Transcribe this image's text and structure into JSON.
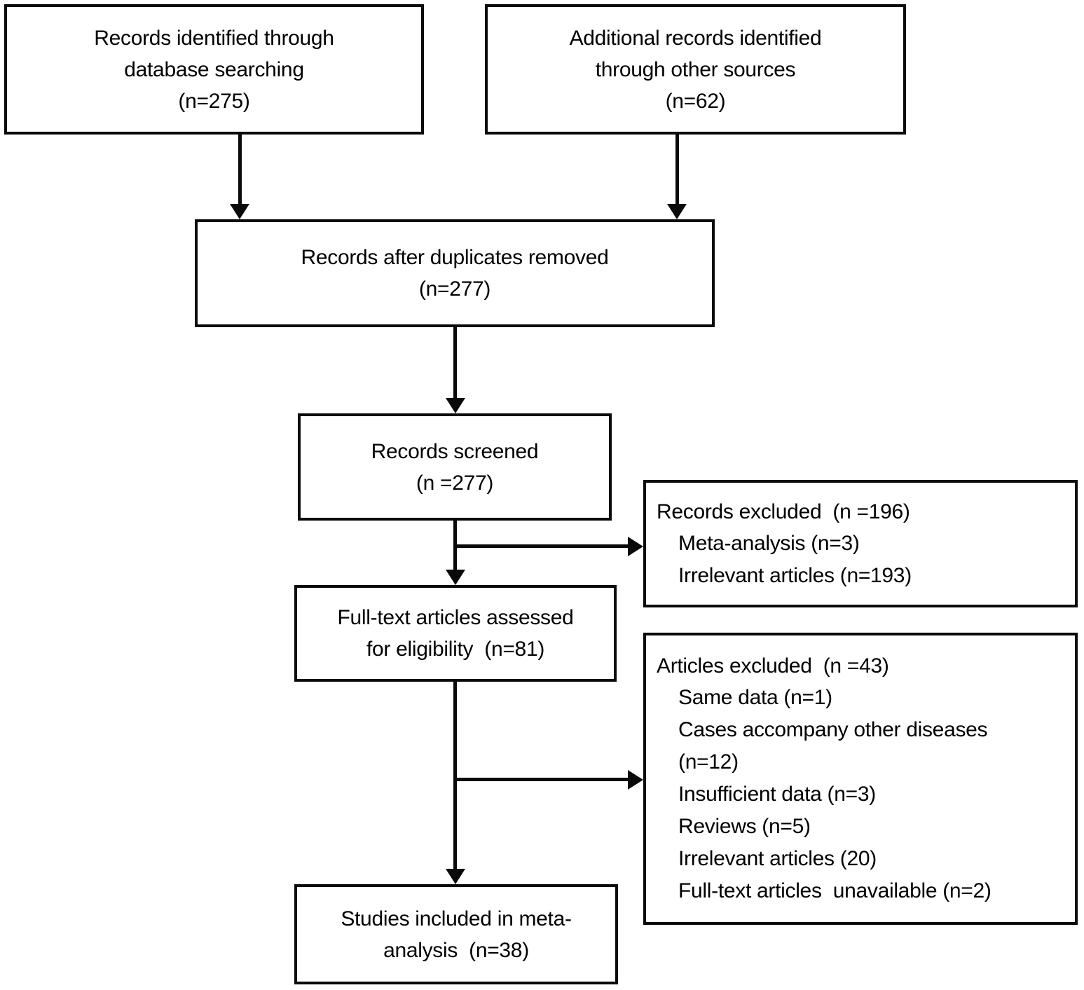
{
  "boxes": {
    "identified_db": {
      "text": "Records identified through\ndatabase searching\n(n=275)"
    },
    "identified_other": {
      "text": "Additional records identified\nthrough other sources\n(n=62)"
    },
    "after_duplicates": {
      "text": "Records after duplicates removed\n(n=277)"
    },
    "screened": {
      "text": "Records screened\n(n =277)"
    },
    "records_excluded": {
      "title": "Records excluded  (n =196)",
      "items": [
        "Meta-analysis (n=3)",
        "Irrelevant articles (n=193)"
      ]
    },
    "fulltext_assessed": {
      "text": "Full-text articles assessed\nfor eligibility  (n=81)"
    },
    "articles_excluded": {
      "title": "Articles excluded  (n =43)",
      "items": [
        "Same data (n=1)",
        "Cases accompany other diseases\n(n=12)",
        "Insufficient data (n=3)",
        "Reviews (n=5)",
        "Irrelevant articles (20)",
        "Full-text articles  unavailable (n=2)"
      ]
    },
    "included": {
      "text": "Studies included in meta-\nanalysis  (n=38)"
    }
  },
  "colors": {
    "line": "#0a0a0a",
    "background": "#ffffff",
    "text": "#000000"
  }
}
